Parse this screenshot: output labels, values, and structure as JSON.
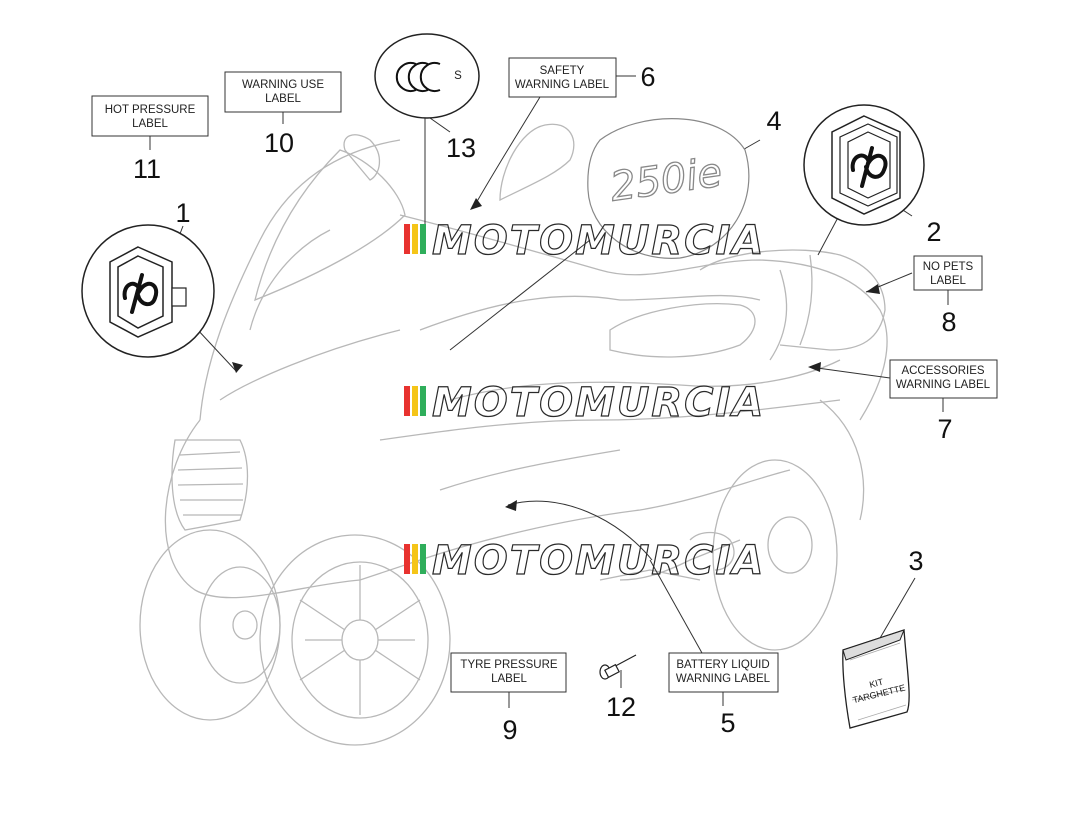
{
  "labels": {
    "hot_pressure": [
      "HOT PRESSURE",
      "LABEL"
    ],
    "warning_use": [
      "WARNING USE",
      "LABEL"
    ],
    "safety_warning": [
      "SAFETY",
      "WARNING LABEL"
    ],
    "no_pets": [
      "NO PETS",
      "LABEL"
    ],
    "accessories_warning": [
      "ACCESSORIES",
      "WARNING LABEL"
    ],
    "tyre_pressure": [
      "TYRE PRESSURE",
      "LABEL"
    ],
    "battery_liquid": [
      "BATTERY LIQUID",
      "WARNING LABEL"
    ]
  },
  "callouts": {
    "n1": "1",
    "n2": "2",
    "n3": "3",
    "n4": "4",
    "n5": "5",
    "n6": "6",
    "n7": "7",
    "n8": "8",
    "n9": "9",
    "n10": "10",
    "n11": "11",
    "n12": "12",
    "n13": "13"
  },
  "ccc_mark": {
    "letters": "CCC",
    "sub": "S"
  },
  "model_badge": "250ie",
  "kit": [
    "KIT",
    "TARGHETTE"
  ],
  "watermark": "MOTOMURCIA",
  "colors": {
    "outline": "#b5b5b5",
    "line": "#222222",
    "wm_red": "#e8322f",
    "wm_yellow": "#f5c518",
    "wm_green": "#2fae5b"
  }
}
